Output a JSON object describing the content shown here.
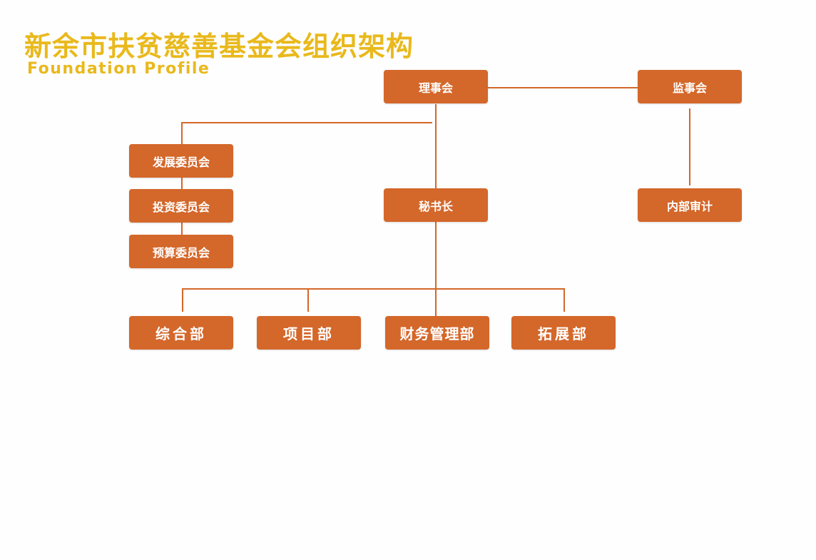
{
  "header": {
    "title": "新余市扶贫慈善基金会组织架构",
    "subtitle": "Foundation Profile"
  },
  "nodes": {
    "board": "理事会",
    "supervisors": "监事会",
    "development_committee": "发展委员会",
    "investment_committee": "投资委员会",
    "budget_committee": "预算委员会",
    "secretary_general": "秘书长",
    "internal_audit": "内部审计",
    "general_dept": "综合部",
    "project_dept": "项目部",
    "finance_dept": "财务管理部",
    "expansion_dept": "拓展部"
  },
  "colors": {
    "node": "#d4672a",
    "title": "#e9b91c"
  }
}
